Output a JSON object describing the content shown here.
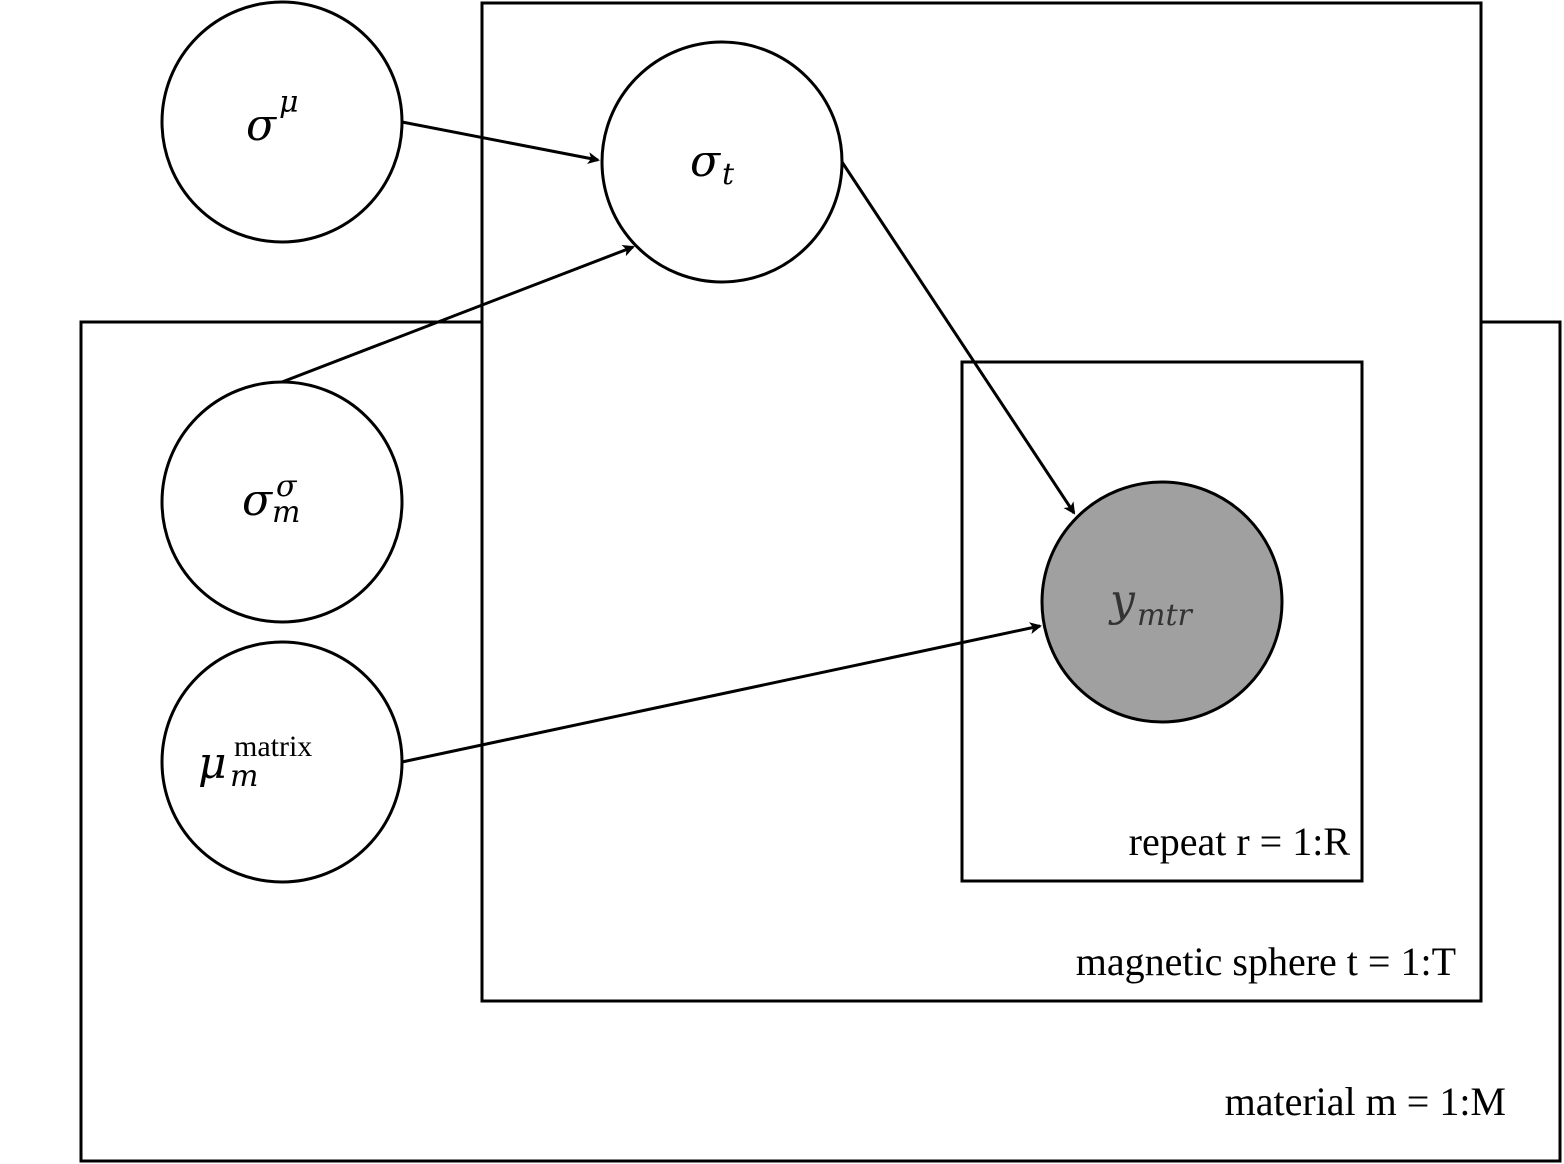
{
  "plates": {
    "material": {
      "label": "material m = 1:M"
    },
    "sphere": {
      "label": "magnetic sphere t = 1:T"
    },
    "repeat": {
      "label": "repeat r = 1:R"
    }
  },
  "nodes": {
    "sigma_mu": {
      "base": "σ",
      "sup": "μ",
      "sub": "",
      "observed": false
    },
    "sigma_t": {
      "base": "σ",
      "sup": "",
      "sub": "t",
      "observed": false
    },
    "sigma_m_sigma": {
      "base": "σ",
      "sup": "σ",
      "sub": "m",
      "observed": false
    },
    "mu_m_matrix": {
      "base": "μ",
      "sup": "matrix",
      "sub": "m",
      "observed": false
    },
    "y_mtr": {
      "base": "y",
      "sup": "",
      "sub": "mtr",
      "observed": true
    }
  },
  "colors": {
    "observed_fill": "#a0a0a0",
    "latent_fill": "#ffffff",
    "stroke": "#000000"
  },
  "edges": [
    {
      "from": "sigma_mu",
      "to": "sigma_t"
    },
    {
      "from": "sigma_m_sigma",
      "to": "sigma_t"
    },
    {
      "from": "sigma_t",
      "to": "y_mtr"
    },
    {
      "from": "mu_m_matrix",
      "to": "y_mtr"
    }
  ]
}
